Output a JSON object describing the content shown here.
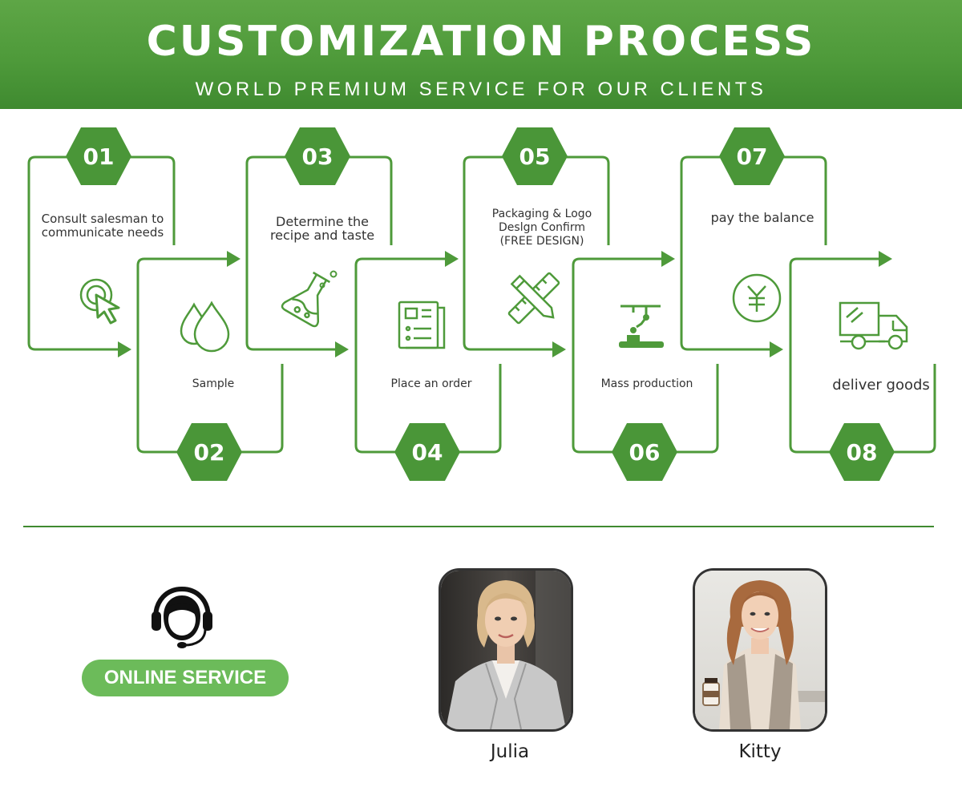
{
  "header": {
    "title": "CUSTOMIZATION PROCESS",
    "subtitle": "WORLD PREMIUM SERVICE FOR OUR CLIENTS"
  },
  "colors": {
    "brand_green": "#4e9a3a",
    "badge_green": "#4a9638",
    "button_green": "#6cbb5a",
    "text_dark": "#333333"
  },
  "steps": [
    {
      "number": "01",
      "lines": [
        "Consult salesman to",
        "communicate needs"
      ],
      "icon": "pointer-click-icon"
    },
    {
      "number": "02",
      "lines": [
        "Sample"
      ],
      "icon": "water-drops-icon"
    },
    {
      "number": "03",
      "lines": [
        "Determine the",
        "recipe and taste"
      ],
      "icon": "flask-icon"
    },
    {
      "number": "04",
      "lines": [
        "Place an order"
      ],
      "icon": "order-form-icon"
    },
    {
      "number": "05",
      "lines": [
        "Packaging & Logo",
        "Deslgn Confirm",
        "(FREE DESIGN)"
      ],
      "icon": "design-tools-icon"
    },
    {
      "number": "06",
      "lines": [
        "Mass production"
      ],
      "icon": "robot-arm-icon"
    },
    {
      "number": "07",
      "lines": [
        "pay the balance"
      ],
      "icon": "yen-coin-icon"
    },
    {
      "number": "08",
      "lines": [
        "deliver goods"
      ],
      "icon": "delivery-truck-icon"
    }
  ],
  "service": {
    "button_label": "ONLINE SERVICE",
    "icon": "headset-agent-icon"
  },
  "contacts": [
    {
      "name": "Julia"
    },
    {
      "name": "Kitty"
    }
  ]
}
